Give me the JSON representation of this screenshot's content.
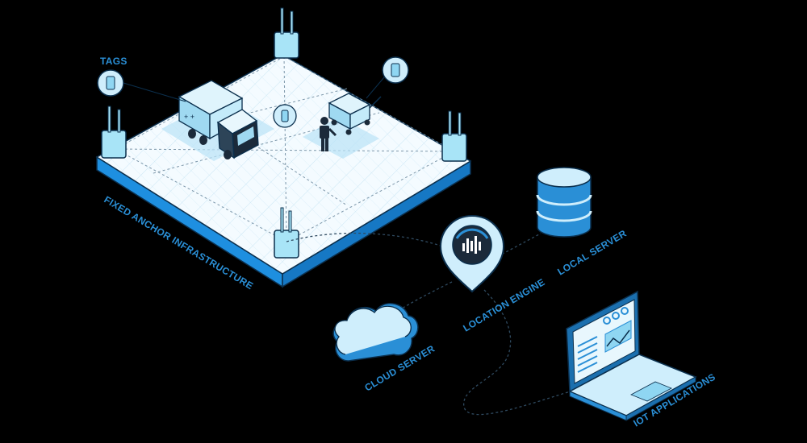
{
  "labels": {
    "tags": "TAGS",
    "fixed_anchor": "FIXED ANCHOR INFRASTRUCTURE",
    "location_engine": "LOCATION ENGINE",
    "local_server": "LOCAL SERVER",
    "cloud_server": "CLOUD SERVER",
    "iot_applications": "IOT APPLICATIONS"
  },
  "colors": {
    "background": "#000000",
    "accent": "#2a8fd6",
    "light_fill": "#cfeefc",
    "mid_fill": "#8fd6f2",
    "outline": "#0b2f4d",
    "platform_edge": "#1e8fe0"
  },
  "icons": [
    "anchor-icon",
    "tag-icon",
    "truck-icon",
    "cart-icon",
    "worker-icon",
    "location-pin-icon",
    "database-icon",
    "cloud-icon",
    "laptop-icon"
  ]
}
